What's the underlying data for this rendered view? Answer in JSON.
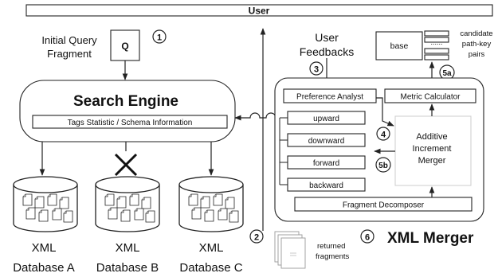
{
  "user": "User",
  "query": {
    "label_line1": "Initial Query",
    "label_line2": "Fragment",
    "box": "Q",
    "step": "1"
  },
  "search_engine": {
    "title": "Search Engine",
    "info": "Tags Statistic / Schema Information"
  },
  "databases": [
    {
      "name_line1": "XML",
      "name_line2": "Database A"
    },
    {
      "name_line1": "XML",
      "name_line2": "Database B"
    },
    {
      "name_line1": "XML",
      "name_line2": "Database C"
    }
  ],
  "user_feedbacks": {
    "line1": "User",
    "line2": "Feedbacks",
    "step": "3"
  },
  "candidates": {
    "base": "base",
    "dots": "......",
    "line1": "candidate",
    "line2": "path-key",
    "line3": "pairs"
  },
  "merger": {
    "title": "XML Merger",
    "step": "6",
    "preference_analyst": "Preference Analyst",
    "metric_calculator": "Metric Calculator",
    "metric_step": "5a",
    "directions": [
      "upward",
      "downward",
      "forward",
      "backward"
    ],
    "additive_line1": "Additive",
    "additive_line2": "Increment",
    "additive_line3": "Merger",
    "additive_step": "4",
    "forward_step": "5b",
    "fragment_decomposer": "Fragment Decomposer"
  },
  "returned": {
    "step": "2",
    "line1": "returned",
    "line2": "fragments"
  }
}
